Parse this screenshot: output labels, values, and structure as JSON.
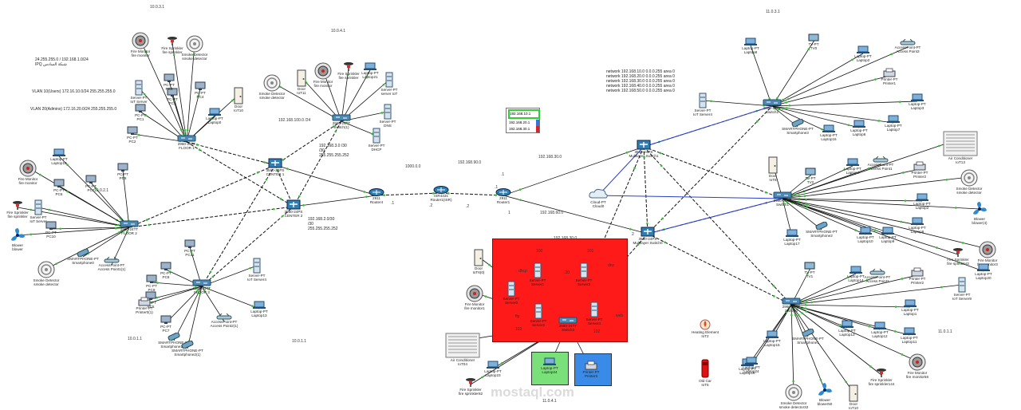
{
  "watermark": "mostaql.com",
  "notes": [
    {
      "id": "n1",
      "text": "24.255.255.0 / 192.168.1.0/24\nIPQ شبكة السادس"
    },
    {
      "id": "n2",
      "text": "VLAN 10(Users) 172.16.10.0/24 255.255.255.0"
    },
    {
      "id": "n3",
      "text": "VLAN 20(Admins) 172.16.20.0/24 255.255.255.0"
    },
    {
      "id": "n4",
      "text": "network 192.168.10.0 0.0.0.255 area 0\nnetwork 192.168.20.0 0.0.0.255 area 0\nnetwork 192.168.30.0 0.0.0.255 area 0\nnetwork 192.168.40.0 0.0.0.255 area 0\nnetwork 192.168.50.0 0.0.0.255 area 0"
    },
    {
      "id": "n5",
      "text": "192.168.3.0 /30\n/30\n255.255.255.252"
    },
    {
      "id": "n6",
      "text": "192.168.2.0/30\n/30\n255.255.255.252"
    }
  ],
  "net_labels": [
    {
      "id": "l1",
      "text": "10.0.3.1"
    },
    {
      "id": "l2",
      "text": "10.0.4.1"
    },
    {
      "id": "l3",
      "text": "11.0.3.1"
    },
    {
      "id": "l4",
      "text": "11.0.2.1"
    },
    {
      "id": "l5",
      "text": "10.0.2.1"
    },
    {
      "id": "l6",
      "text": "10.0.1.1"
    },
    {
      "id": "l7",
      "text": "10.0.1.1"
    },
    {
      "id": "l8",
      "text": "11.0.4.1"
    },
    {
      "id": "l9",
      "text": "11.0.1.1"
    },
    {
      "id": "l10",
      "text": "192.168.100.0 /24"
    },
    {
      "id": "l11",
      "text": "1000.0.0"
    },
    {
      "id": "l12",
      "text": "192.168.90.0"
    },
    {
      "id": "l13",
      "text": "192.168.30.0"
    },
    {
      "id": "l14",
      "text": "192.168.60.0"
    },
    {
      "id": "l15",
      "text": "192.168.30.0"
    },
    {
      "id": "l16",
      "text": ".1"
    },
    {
      "id": "l17",
      "text": ".2"
    },
    {
      "id": "l18",
      "text": ".2"
    },
    {
      "id": "l19",
      "text": ".1"
    },
    {
      "id": "l20",
      "text": ".1"
    },
    {
      "id": "l21",
      "text": "1"
    },
    {
      "id": "l22",
      "text": "2"
    },
    {
      "id": "l23",
      "text": "100"
    },
    {
      "id": "l24",
      "text": "101"
    },
    {
      "id": "l25",
      "text": ".30"
    },
    {
      "id": "l26",
      "text": "dhcp"
    },
    {
      "id": "l27",
      "text": "dns"
    },
    {
      "id": "l28",
      "text": "ftp"
    },
    {
      "id": "l29",
      "text": "103"
    },
    {
      "id": "l30",
      "text": "102"
    },
    {
      "id": "l31",
      "text": "web"
    }
  ],
  "vlan_box": [
    "192.168.10.1",
    "192.168.20.1",
    "192.168.30.1"
  ],
  "colors": {
    "server_room": "#ff1a1a",
    "laptop_box": "#79e07a",
    "printer_box": "#3a8ae8",
    "ethernet": "#111111",
    "serial": "#2a3fcf",
    "vlan_green": "#33cc33",
    "vlan_blue": "#3377dd",
    "vlan_red": "#dd2222"
  },
  "devices": [
    {
      "id": "fm1",
      "type": "fire-monitor",
      "label": "Fire Monitor\nfire monitor"
    },
    {
      "id": "fs1",
      "type": "sprinkler",
      "label": "Fire Sprinkler\nfire sprinkler"
    },
    {
      "id": "sd1",
      "type": "smoke-detector",
      "label": "Smoke Detector\nsmoke detector"
    },
    {
      "id": "srv1",
      "type": "server",
      "label": "Server-PT\nIoT Server"
    },
    {
      "id": "door1",
      "type": "door",
      "label": "Door\nIoT10"
    },
    {
      "id": "pc1",
      "type": "pc",
      "label": "PC-PT\nPC1"
    },
    {
      "id": "pc2",
      "type": "pc",
      "label": "PC-PT\nPC2"
    },
    {
      "id": "pc3",
      "type": "pc",
      "label": "PC-PT\nPC3"
    },
    {
      "id": "pc4",
      "type": "pc",
      "label": "PC-PT\nPC4"
    },
    {
      "id": "pc5",
      "type": "pc",
      "label": "PC-PT\nPC5"
    },
    {
      "id": "lt1",
      "type": "laptop",
      "label": "Laptop-PT\nLaptop0"
    },
    {
      "id": "sw1",
      "type": "switch",
      "label": "2960-24TT\nFLOOR 1"
    },
    {
      "id": "door2",
      "type": "door",
      "label": "Door\nIoT11"
    },
    {
      "id": "fm2",
      "type": "fire-monitor",
      "label": "Fire Monitor\nfire monitor"
    },
    {
      "id": "fs2",
      "type": "sprinkler",
      "label": "Fire Sprinkler\nfire sprinkler"
    },
    {
      "id": "lt2",
      "type": "laptop",
      "label": "Laptop-PT\nLaptop21"
    },
    {
      "id": "srv2",
      "type": "server",
      "label": "Server-PT\nserver IoT"
    },
    {
      "id": "sd2",
      "type": "smoke-detector",
      "label": "Smoke Detector\nsmoke detector"
    },
    {
      "id": "sw2",
      "type": "switch",
      "label": "2960-24TT\nSwitch(1)"
    },
    {
      "id": "dns",
      "type": "server",
      "label": "Server-PT\nDNS"
    },
    {
      "id": "dhcp",
      "type": "server",
      "label": "Server-PT\nDHCP"
    },
    {
      "id": "ms1",
      "type": "mlswitch",
      "label": "3560-24PS\nCENTER 1"
    },
    {
      "id": "ms2",
      "type": "mlswitch",
      "label": "3560-24PS\nCENTER 2"
    },
    {
      "id": "fm3",
      "type": "fire-monitor",
      "label": "Fire Monitor\nfire monitor"
    },
    {
      "id": "lt3",
      "type": "laptop",
      "label": "Laptop-PT\nLaptop10"
    },
    {
      "id": "pc6",
      "type": "pc",
      "label": "PC-PT\nPC6"
    },
    {
      "id": "pc7",
      "type": "pc",
      "label": "PC-PT\nPC7"
    },
    {
      "id": "pc8",
      "type": "pc",
      "label": "PC-PT\nPC8"
    },
    {
      "id": "fs3",
      "type": "sprinkler",
      "label": "Fire Sprinkler\nfire sprinkler"
    },
    {
      "id": "srv3",
      "type": "server",
      "label": "Server-PT\nIoT Server"
    },
    {
      "id": "pc9",
      "type": "pc",
      "label": "PC-PT\nPC10"
    },
    {
      "id": "fan1",
      "type": "fan",
      "label": "Blower\nblower"
    },
    {
      "id": "sw3",
      "type": "switch",
      "label": "2960-24TT\nFLOOR 2"
    },
    {
      "id": "ph1",
      "type": "phone",
      "label": "SMARTPHONE-PT\nSmartphone0"
    },
    {
      "id": "sd3",
      "type": "smoke-detector",
      "label": "Smoke Detector\nsmoke detector"
    },
    {
      "id": "ap1",
      "type": "accesspoint",
      "label": "AccessPoint-PT\nAccess Point1(1)"
    },
    {
      "id": "pc10",
      "type": "pc",
      "label": "PC-PT\nPC11"
    },
    {
      "id": "pc11",
      "type": "pc",
      "label": "PC-PT\nPC8"
    },
    {
      "id": "pc12",
      "type": "pc",
      "label": "PC-PT\nPC9"
    },
    {
      "id": "pc13",
      "type": "pc",
      "label": "PC-PT\nPC5"
    },
    {
      "id": "sw4",
      "type": "switch",
      "label": "2960-24TT\nFLOOR 3"
    },
    {
      "id": "srv4",
      "type": "server",
      "label": "Server-PT\nIoT Server4"
    },
    {
      "id": "lt4",
      "type": "laptop",
      "label": "Laptop-PT\nLaptop13"
    },
    {
      "id": "pr1",
      "type": "printer",
      "label": "Printer-PT\nPrinter0(1)"
    },
    {
      "id": "pc14",
      "type": "pc",
      "label": "PC-PT\nPC7"
    },
    {
      "id": "ap2",
      "type": "accesspoint",
      "label": "AccessPoint-PT\nAccess Point2(1)"
    },
    {
      "id": "ph2",
      "type": "phone",
      "label": "SMARTPHONE-PT\nSmartphone1(1)"
    },
    {
      "id": "ph3",
      "type": "phone",
      "label": "SMARTPHONE-PT\nSmartphone2(1)"
    },
    {
      "id": "r4",
      "type": "router",
      "label": "2911\nRouter4"
    },
    {
      "id": "rmid",
      "type": "router",
      "label": "ISR4331\nRouter1(ISR)"
    },
    {
      "id": "r1",
      "type": "router",
      "label": "2911\nRouter1"
    },
    {
      "id": "cloud",
      "type": "cloud",
      "label": "Cloud-PT\nCloud0"
    },
    {
      "id": "ms3",
      "type": "mlswitch",
      "label": "3560-24PS\nMultilayer Switch1"
    },
    {
      "id": "ms4",
      "type": "mlswitch",
      "label": "3560-24PS\nMultilayer Switch0"
    },
    {
      "id": "door3",
      "type": "door",
      "label": "Door\nIoT6(0)"
    },
    {
      "id": "fm4",
      "type": "fire-monitor",
      "label": "Fire Monitor\nfire monitor1"
    },
    {
      "id": "s_dhcp",
      "type": "server",
      "label": "Server-PT\nServer0"
    },
    {
      "id": "s_dns",
      "type": "server",
      "label": "Server-PT\nServer1"
    },
    {
      "id": "s_web",
      "type": "server",
      "label": "Server-PT\nServer3"
    },
    {
      "id": "s_ftp",
      "type": "server",
      "label": "Server-PT\nServer2"
    },
    {
      "id": "s_x",
      "type": "server",
      "label": "Server-PT\nServer4"
    },
    {
      "id": "sw5",
      "type": "switch",
      "label": "2960-24TT\nSwitch3"
    },
    {
      "id": "ac1",
      "type": "aircon",
      "label": "Air Conditioner\nIoT04"
    },
    {
      "id": "lt5",
      "type": "laptop",
      "label": "Laptop-PT\nLaptop23"
    },
    {
      "id": "fs4",
      "type": "sprinkler",
      "label": "Fire Sprinkler\nfire sprinkler62"
    },
    {
      "id": "lt6",
      "type": "laptop",
      "label": "Laptop-PT\nLaptop24"
    },
    {
      "id": "pr2",
      "type": "printer",
      "label": "Printer-PT\nPrinter3"
    },
    {
      "id": "heat",
      "type": "heater",
      "label": "Heating Element\nIoT2"
    },
    {
      "id": "car",
      "type": "car",
      "label": "Old Car\nIoT5"
    },
    {
      "id": "lt7",
      "type": "laptop",
      "label": "Laptop-PT\nLaptop8"
    },
    {
      "id": "tv1",
      "type": "tv",
      "label": "TV-PT\nTV0"
    },
    {
      "id": "lt8",
      "type": "laptop",
      "label": "Laptop-PT\nLaptop2"
    },
    {
      "id": "ap3",
      "type": "accesspoint",
      "label": "AccessPoint-PT\nAccess Point3"
    },
    {
      "id": "pr3",
      "type": "printer",
      "label": "Printer-PT\nPrinter1"
    },
    {
      "id": "srv5",
      "type": "server",
      "label": "Server-PT\nIoT Server4"
    },
    {
      "id": "sw6",
      "type": "switch",
      "label": "2960-24TT\nSwitch2"
    },
    {
      "id": "lt9",
      "type": "laptop",
      "label": "Laptop-PT\nLaptop3"
    },
    {
      "id": "ph4",
      "type": "phone",
      "label": "SMARTPHONE-PT\nSmartphone3"
    },
    {
      "id": "lt10",
      "type": "laptop",
      "label": "Laptop-PT\nLaptop16"
    },
    {
      "id": "lt11",
      "type": "laptop",
      "label": "Laptop-PT\nLaptop6"
    },
    {
      "id": "lt12",
      "type": "laptop",
      "label": "Laptop-PT\nLaptop7"
    },
    {
      "id": "ac2",
      "type": "aircon",
      "label": "Air Conditioner\nIoT13"
    },
    {
      "id": "door4",
      "type": "door",
      "label": "Door\nIoT8"
    },
    {
      "id": "tv2",
      "type": "tv",
      "label": "TV-PT\nTV2"
    },
    {
      "id": "lt13",
      "type": "laptop",
      "label": "Laptop-PT\nLaptop4"
    },
    {
      "id": "ap4",
      "type": "accesspoint",
      "label": "AccessPoint-PT\nAccess Point1"
    },
    {
      "id": "pr4",
      "type": "printer",
      "label": "Printer-PT\nPrinter2"
    },
    {
      "id": "sd4",
      "type": "smoke-detector",
      "label": "Smoke Detector\nsmoke detector"
    },
    {
      "id": "sw7",
      "type": "switch",
      "label": "2960-24TT\nSwitch1"
    },
    {
      "id": "lt14",
      "type": "laptop",
      "label": "Laptop-PT\nLaptop2"
    },
    {
      "id": "fan2",
      "type": "fan",
      "label": "Blower\nblower(4)"
    },
    {
      "id": "ph5",
      "type": "phone",
      "label": "SMARTPHONE-PT\nSmartphone2"
    },
    {
      "id": "lt15",
      "type": "laptop",
      "label": "Laptop-PT\nLaptop17"
    },
    {
      "id": "lt16",
      "type": "laptop",
      "label": "Laptop-PT\nLaptop10"
    },
    {
      "id": "lt17",
      "type": "laptop",
      "label": "Laptop-PT\nLaptop9"
    },
    {
      "id": "lt18",
      "type": "laptop",
      "label": "Laptop-PT\nLaptop8"
    },
    {
      "id": "fm5",
      "type": "fire-monitor",
      "label": "Fire Monitor\nfire monitor3"
    },
    {
      "id": "fs5",
      "type": "sprinkler",
      "label": "Fire Sprinkler\nfire sprinkler3"
    },
    {
      "id": "lt19",
      "type": "laptop",
      "label": "Laptop-PT\nLaptop20"
    },
    {
      "id": "tv3",
      "type": "tv",
      "label": "TV-PT\nTV1"
    },
    {
      "id": "lt20",
      "type": "laptop",
      "label": "Laptop-PT\nLaptop14"
    },
    {
      "id": "ap5",
      "type": "accesspoint",
      "label": "AccessPoint-PT\nAccess Point2"
    },
    {
      "id": "pr5",
      "type": "printer",
      "label": "Printer-PT\nPrinter2"
    },
    {
      "id": "srv6",
      "type": "server",
      "label": "Server-PT\nIoT Server9"
    },
    {
      "id": "sw8",
      "type": "switch",
      "label": "2960-24TT\nSwitch0"
    },
    {
      "id": "lt21",
      "type": "laptop",
      "label": "Laptop-PT\nLaptop1"
    },
    {
      "id": "lt22",
      "type": "laptop",
      "label": "Laptop-PT\nLaptop15"
    },
    {
      "id": "ph6",
      "type": "phone",
      "label": "SMARTPHONE-PT\nSmartphone1"
    },
    {
      "id": "lt23",
      "type": "laptop",
      "label": "Laptop-PT\nLaptop13"
    },
    {
      "id": "lt24",
      "type": "laptop",
      "label": "Laptop-PT\nLaptop12"
    },
    {
      "id": "lt25",
      "type": "laptop",
      "label": "Laptop-PT\nLaptop11"
    },
    {
      "id": "lt26",
      "type": "laptop",
      "label": "Laptop-PT\nLaptop18"
    },
    {
      "id": "lt27",
      "type": "laptop",
      "label": "Laptop-PT\nLaptop24"
    },
    {
      "id": "sd5",
      "type": "smoke-detector",
      "label": "Smoke Detector\nsmoke detector32"
    },
    {
      "id": "fan3",
      "type": "fan",
      "label": "Blower\nblower50"
    },
    {
      "id": "door5",
      "type": "door",
      "label": "Door\nIoT10"
    },
    {
      "id": "fs6",
      "type": "sprinkler",
      "label": "Fire Sprinkler\nfire sprinkler144"
    },
    {
      "id": "fm6",
      "type": "fire-monitor",
      "label": "Fire Monitor\nfire monitor56"
    }
  ],
  "links": [
    [
      "sw1",
      "fm1"
    ],
    [
      "sw1",
      "fs1"
    ],
    [
      "sw1",
      "sd1"
    ],
    [
      "sw1",
      "srv1"
    ],
    [
      "sw1",
      "door1"
    ],
    [
      "sw1",
      "pc1"
    ],
    [
      "sw1",
      "pc2"
    ],
    [
      "sw1",
      "pc3"
    ],
    [
      "sw1",
      "pc4"
    ],
    [
      "sw1",
      "pc5"
    ],
    [
      "sw1",
      "lt1"
    ],
    [
      "sw2",
      "door2"
    ],
    [
      "sw2",
      "fm2"
    ],
    [
      "sw2",
      "fs2"
    ],
    [
      "sw2",
      "lt2"
    ],
    [
      "sw2",
      "srv2"
    ],
    [
      "sw2",
      "sd2"
    ],
    [
      "sw2",
      "dns"
    ],
    [
      "sw2",
      "dhcp"
    ],
    [
      "sw3",
      "fm3"
    ],
    [
      "sw3",
      "lt3"
    ],
    [
      "sw3",
      "pc6"
    ],
    [
      "sw3",
      "pc7"
    ],
    [
      "sw3",
      "pc8"
    ],
    [
      "sw3",
      "fs3"
    ],
    [
      "sw3",
      "srv3"
    ],
    [
      "sw3",
      "pc9"
    ],
    [
      "sw3",
      "fan1"
    ],
    [
      "sw3",
      "ph1"
    ],
    [
      "sw3",
      "sd3"
    ],
    [
      "sw3",
      "ap1"
    ],
    [
      "sw4",
      "pc10"
    ],
    [
      "sw4",
      "pc11"
    ],
    [
      "sw4",
      "pc12"
    ],
    [
      "sw4",
      "pc13"
    ],
    [
      "sw4",
      "srv4"
    ],
    [
      "sw4",
      "lt4"
    ],
    [
      "sw4",
      "pr1"
    ],
    [
      "sw4",
      "pc14"
    ],
    [
      "sw4",
      "ap2"
    ],
    [
      "sw4",
      "ph2"
    ],
    [
      "sw4",
      "ph3"
    ],
    [
      "sw5",
      "door3"
    ],
    [
      "sw5",
      "fm4"
    ],
    [
      "sw5",
      "s_dhcp"
    ],
    [
      "sw5",
      "s_dns"
    ],
    [
      "sw5",
      "s_web"
    ],
    [
      "sw5",
      "s_ftp"
    ],
    [
      "sw5",
      "s_x"
    ],
    [
      "sw5",
      "ac1"
    ],
    [
      "sw5",
      "lt5"
    ],
    [
      "sw5",
      "fs4"
    ],
    [
      "sw5",
      "lt6"
    ],
    [
      "sw5",
      "pr2"
    ],
    [
      "sw6",
      "lt7"
    ],
    [
      "sw6",
      "tv1"
    ],
    [
      "sw6",
      "lt8"
    ],
    [
      "sw6",
      "ap3"
    ],
    [
      "sw6",
      "pr3"
    ],
    [
      "sw6",
      "srv5"
    ],
    [
      "sw6",
      "lt9"
    ],
    [
      "sw6",
      "ph4"
    ],
    [
      "sw6",
      "lt10"
    ],
    [
      "sw6",
      "lt11"
    ],
    [
      "sw6",
      "lt12"
    ],
    [
      "sw7",
      "ac2"
    ],
    [
      "sw7",
      "door4"
    ],
    [
      "sw7",
      "tv2"
    ],
    [
      "sw7",
      "lt13"
    ],
    [
      "sw7",
      "ap4"
    ],
    [
      "sw7",
      "pr4"
    ],
    [
      "sw7",
      "sd4"
    ],
    [
      "sw7",
      "lt14"
    ],
    [
      "sw7",
      "fan2"
    ],
    [
      "sw7",
      "ph5"
    ],
    [
      "sw7",
      "lt15"
    ],
    [
      "sw7",
      "lt16"
    ],
    [
      "sw7",
      "lt17"
    ],
    [
      "sw7",
      "lt18"
    ],
    [
      "sw7",
      "fm5"
    ],
    [
      "sw7",
      "fs5"
    ],
    [
      "sw7",
      "lt19"
    ],
    [
      "sw8",
      "tv3"
    ],
    [
      "sw8",
      "lt20"
    ],
    [
      "sw8",
      "ap5"
    ],
    [
      "sw8",
      "pr5"
    ],
    [
      "sw8",
      "srv6"
    ],
    [
      "sw8",
      "lt21"
    ],
    [
      "sw8",
      "lt22"
    ],
    [
      "sw8",
      "ph6"
    ],
    [
      "sw8",
      "lt23"
    ],
    [
      "sw8",
      "lt24"
    ],
    [
      "sw8",
      "lt25"
    ],
    [
      "sw8",
      "lt26"
    ],
    [
      "sw8",
      "lt27"
    ],
    [
      "sw8",
      "sd5"
    ],
    [
      "sw8",
      "fan3"
    ],
    [
      "sw8",
      "door5"
    ],
    [
      "sw8",
      "fs6"
    ],
    [
      "sw8",
      "fm6"
    ],
    [
      "ms1",
      "r4"
    ],
    [
      "ms2",
      "r4"
    ],
    [
      "r1",
      "ms3"
    ],
    [
      "r1",
      "ms4"
    ]
  ],
  "trunks": [
    [
      "sw1",
      "ms1"
    ],
    [
      "sw1",
      "ms2"
    ],
    [
      "sw2",
      "ms1"
    ],
    [
      "sw2",
      "ms2"
    ],
    [
      "sw3",
      "ms1"
    ],
    [
      "sw3",
      "ms2"
    ],
    [
      "sw4",
      "ms1"
    ],
    [
      "sw4",
      "ms2"
    ],
    [
      "ms1",
      "ms2"
    ],
    [
      "r4",
      "rmid"
    ],
    [
      "rmid",
      "r1"
    ],
    [
      "ms3",
      "sw6"
    ],
    [
      "ms3",
      "sw7"
    ],
    [
      "ms3",
      "sw8"
    ],
    [
      "ms3",
      "sw5"
    ],
    [
      "ms4",
      "sw6"
    ],
    [
      "ms4",
      "sw7"
    ],
    [
      "ms4",
      "sw8"
    ],
    [
      "ms4",
      "sw5"
    ],
    [
      "ms3",
      "ms4"
    ]
  ],
  "serials": [
    [
      "cloud",
      "ms3"
    ],
    [
      "cloud",
      "sw7"
    ],
    [
      "ms3",
      "sw6"
    ],
    [
      "ms4",
      "sw7"
    ]
  ]
}
